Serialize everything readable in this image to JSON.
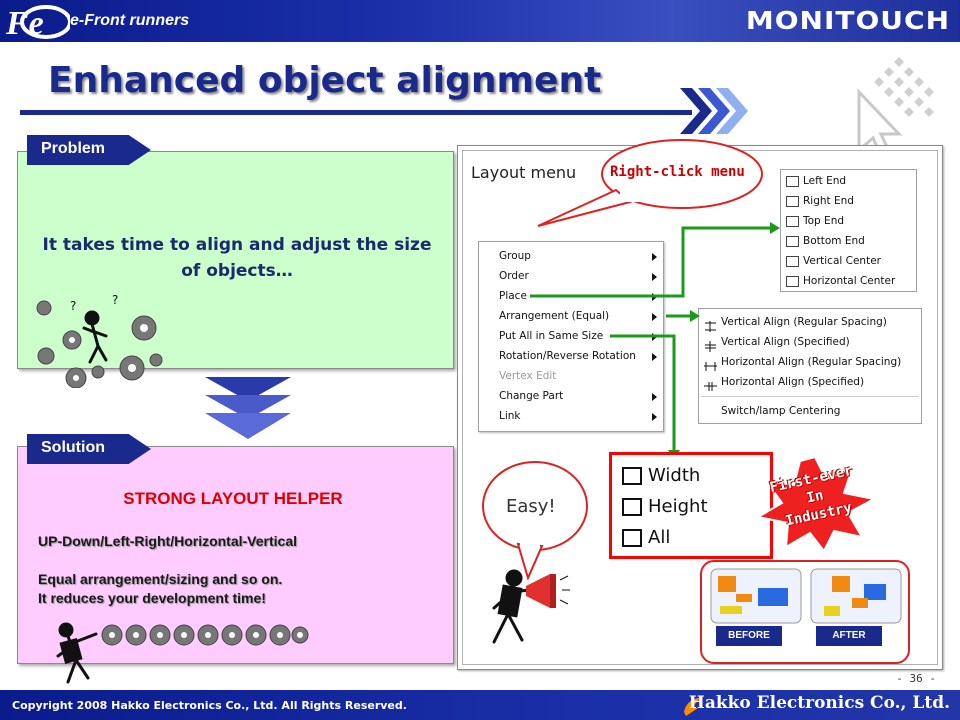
{
  "header": {
    "logo_text": "Fe",
    "tagline": "e-Front runners",
    "brand": "MONITOUCH"
  },
  "page_title": "Enhanced object alignment",
  "problem": {
    "tag": "Problem",
    "text": "It takes time to align and adjust the size of objects…"
  },
  "solution": {
    "tag": "Solution",
    "headline": "STRONG LAYOUT HELPER",
    "line1": "UP-Down/Left-Right/Horizontal-Vertical",
    "line2": "Equal arrangement/sizing  and so on.",
    "line3": "It reduces your development time!"
  },
  "right": {
    "layout_label": "Layout menu",
    "bubble_text": "Right-click menu",
    "context_menu": [
      {
        "label": "Group",
        "submenu": true,
        "disabled": false
      },
      {
        "label": "Order",
        "submenu": true,
        "disabled": false
      },
      {
        "label": "Place",
        "submenu": true,
        "disabled": false
      },
      {
        "label": "Arrangement (Equal)",
        "submenu": true,
        "disabled": false
      },
      {
        "label": "Put All in Same Size",
        "submenu": true,
        "disabled": false
      },
      {
        "label": "Rotation/Reverse Rotation",
        "submenu": true,
        "disabled": false
      },
      {
        "label": "Vertex Edit",
        "submenu": false,
        "disabled": true
      },
      {
        "label": "Change Part",
        "submenu": true,
        "disabled": false
      },
      {
        "label": "Link",
        "submenu": true,
        "disabled": false
      }
    ],
    "place_menu": [
      "Left End",
      "Right End",
      "Top End",
      "Bottom End",
      "Vertical Center",
      "Horizontal Center"
    ],
    "arrange_menu": [
      "Vertical Align (Regular Spacing)",
      "Vertical Align (Specified)",
      "Horizontal Align (Regular Spacing)",
      "Horizontal Align (Specified)",
      "Switch/lamp Centering"
    ],
    "size_menu": [
      "Width",
      "Height",
      "All"
    ],
    "easy": "Easy!",
    "first_ever": [
      "First-ever",
      "In",
      "Industry"
    ],
    "before": "BEFORE",
    "after": "AFTER"
  },
  "page_number": "- 36 -",
  "footer": {
    "copyright": "Copyright 2008 Hakko Electronics Co., Ltd. All Rights Reserved.",
    "company": "Hakko Electronics Co., Ltd."
  },
  "colors": {
    "navy": "#1a2a8c",
    "problem_bg": "#ccffcc",
    "solution_bg": "#ffccff",
    "accent_red": "#dd0000",
    "connector_green": "#1a9a1a"
  },
  "icons": [
    "fe-logo",
    "chevron-right-icon",
    "cube-cursor-icon",
    "gear-icon",
    "down-arrow-icon",
    "runner-icon",
    "megaphone-icon",
    "star-burst-icon",
    "hakko-logo"
  ]
}
